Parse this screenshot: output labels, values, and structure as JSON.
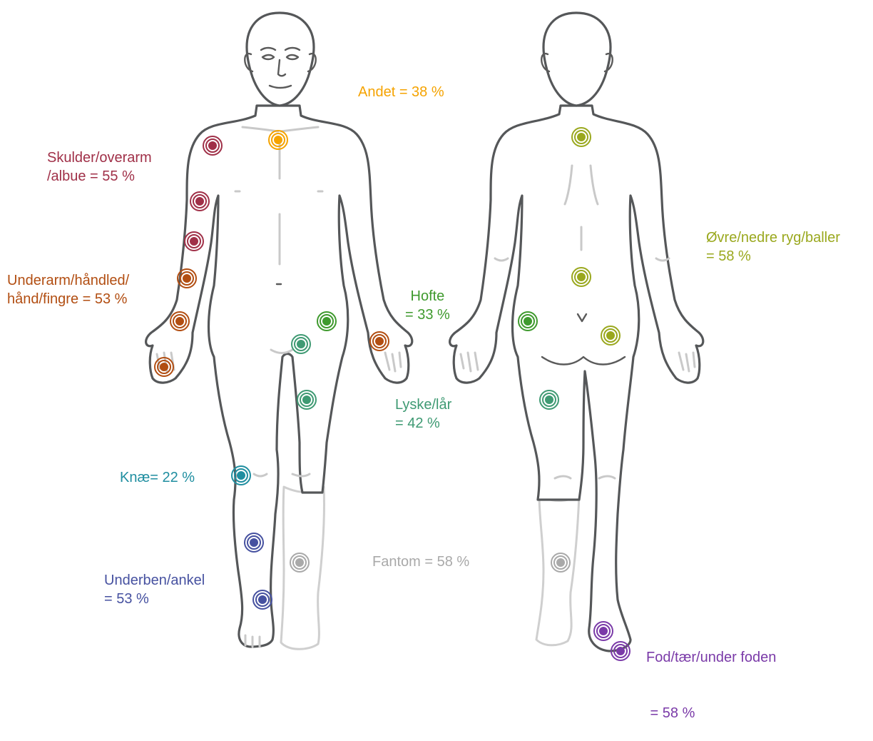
{
  "colors": {
    "andet": "#f5a300",
    "skulder": "#a03048",
    "underarm": "#b24e12",
    "hofte": "#3f9a2e",
    "lyske": "#3f9a73",
    "knae": "#1f8ea0",
    "underben": "#4651a0",
    "fantom": "#a9a9a9",
    "ryg": "#9aa81e",
    "fod": "#7a3aa8"
  },
  "labels": {
    "andet": [
      "Andet = 38 %"
    ],
    "skulder": [
      "Skulder/overarm",
      "/albue = 55 %"
    ],
    "underarm": [
      "Underarm/håndled/",
      "hånd/fingre = 53 %"
    ],
    "hofte": [
      "Hofte",
      "= 33 %"
    ],
    "lyske": [
      "Lyske/lår",
      "= 42 %"
    ],
    "knae": [
      "Knæ= 22 %"
    ],
    "underben": [
      "Underben/ankel",
      "= 53 %"
    ],
    "fantom": [
      "Fantom = 58 %"
    ],
    "ryg": [
      "Øvre/nedre ryg/baller",
      "= 58 %"
    ],
    "fod": [
      "Fod/tær/under foden",
      " = 58 %"
    ]
  },
  "markers": [
    {
      "region": "andet",
      "count": 1
    },
    {
      "region": "skulder",
      "count": 3
    },
    {
      "region": "underarm",
      "count": 4
    },
    {
      "region": "hofte",
      "count": 2
    },
    {
      "region": "lyske",
      "count": 3
    },
    {
      "region": "knae",
      "count": 1
    },
    {
      "region": "underben",
      "count": 2
    },
    {
      "region": "fantom",
      "count": 2
    },
    {
      "region": "ryg",
      "count": 3
    },
    {
      "region": "fod",
      "count": 2
    }
  ]
}
